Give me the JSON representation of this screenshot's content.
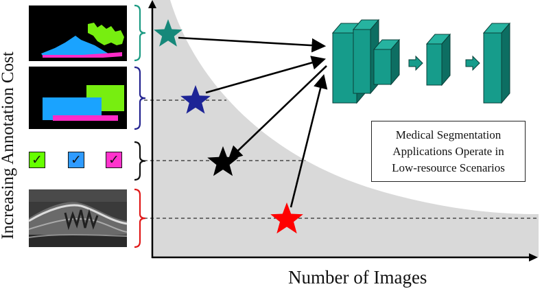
{
  "axes": {
    "ylabel": "Increasing Annotation Cost",
    "xlabel": "Number of  Images"
  },
  "callout": {
    "lines": [
      "Medical Segmentation",
      "Applications Operate in",
      "Low-resource Scenarios"
    ]
  },
  "annotation_levels": [
    {
      "kind": "pixel-mask",
      "bracket_color": "#1a9a82",
      "star_color": "#16887a"
    },
    {
      "kind": "bounding-box",
      "bracket_color": "#23238f",
      "star_color": "#1d2496"
    },
    {
      "kind": "image-label-checkbox",
      "bracket_color": "#111111",
      "star_color": "#000000"
    },
    {
      "kind": "unlabeled-scan",
      "bracket_color": "#e01818",
      "star_color": "#ff0000"
    }
  ],
  "checkbox_glyph": "✓",
  "checkbox_colors": [
    "#66ff00",
    "#2f9bff",
    "#ff33cc"
  ],
  "colors": {
    "shaded_region": "#d9d9d9",
    "network": "#169c8b",
    "network_dark": "#0d6e62",
    "mask_green": "#77ee10",
    "mask_blue": "#1aa3ff",
    "mask_magenta": "#ff2bc8"
  }
}
